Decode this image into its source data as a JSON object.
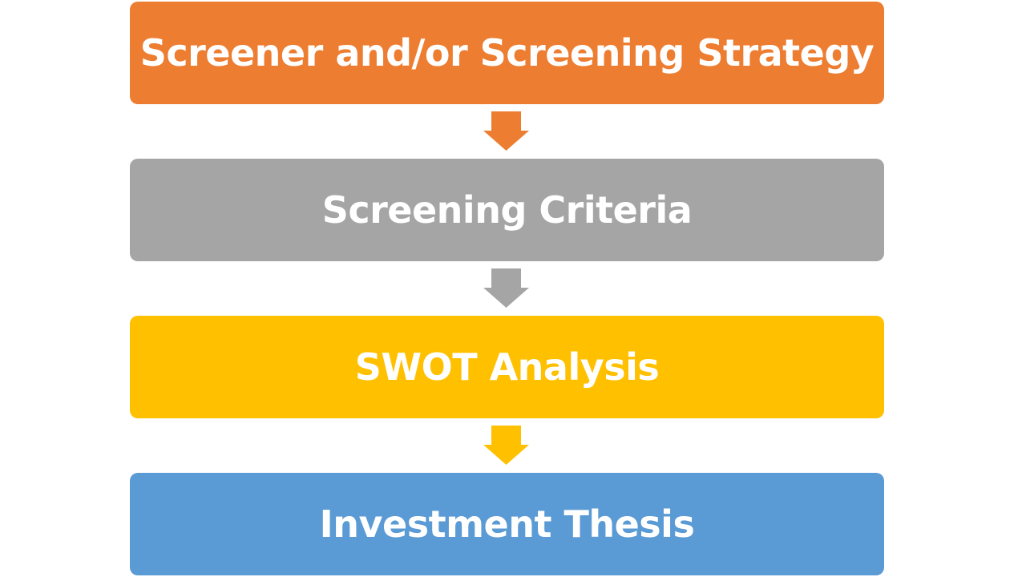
{
  "steps": [
    {
      "label": "Screener and/or Screening Strategy",
      "color": "#ED7D31"
    },
    {
      "label": "Screening Criteria",
      "color": "#A5A5A5"
    },
    {
      "label": "SWOT Analysis",
      "color": "#FFC000"
    },
    {
      "label": "Investment Thesis",
      "color": "#5B9BD5"
    }
  ]
}
